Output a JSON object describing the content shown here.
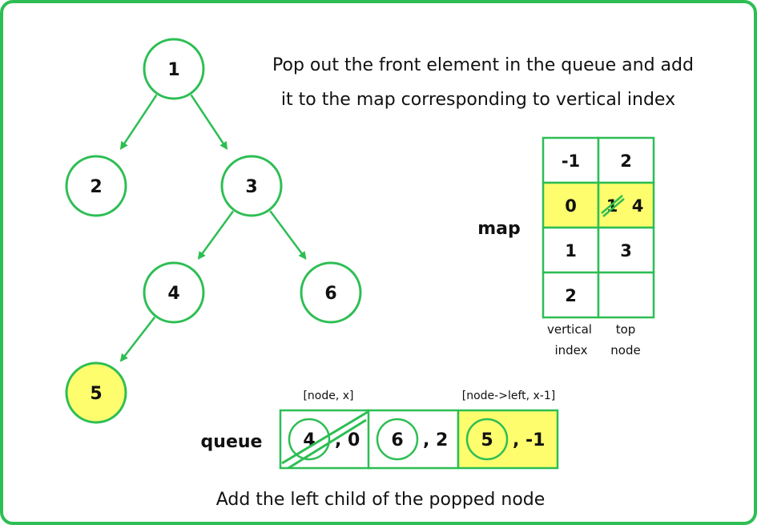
{
  "colors": {
    "green": "#2dbe53",
    "highlight": "#fdfd6e",
    "text": "#111111"
  },
  "caption": {
    "top_line1": "Pop out the front element in the queue and add",
    "top_line2": "it to the map corresponding to vertical index",
    "bottom": "Add the  left child of the popped node"
  },
  "tree": {
    "nodes": [
      {
        "id": "1",
        "label": "1",
        "highlighted": false
      },
      {
        "id": "2",
        "label": "2",
        "highlighted": false
      },
      {
        "id": "3",
        "label": "3",
        "highlighted": false
      },
      {
        "id": "4",
        "label": "4",
        "highlighted": false
      },
      {
        "id": "6",
        "label": "6",
        "highlighted": false
      },
      {
        "id": "5",
        "label": "5",
        "highlighted": true
      }
    ],
    "edges": [
      [
        "1",
        "2"
      ],
      [
        "1",
        "3"
      ],
      [
        "3",
        "4"
      ],
      [
        "3",
        "6"
      ],
      [
        "4",
        "5"
      ]
    ]
  },
  "map": {
    "title": "map",
    "rows": [
      {
        "index": "-1",
        "node": "2",
        "highlighted": false
      },
      {
        "index": "0",
        "old_node": "1",
        "node": "4",
        "highlighted": true
      },
      {
        "index": "1",
        "node": "3",
        "highlighted": false
      },
      {
        "index": "2",
        "node": "",
        "highlighted": false
      }
    ],
    "col_label_index_1": "vertical",
    "col_label_index_2": "index",
    "col_label_node_1": "top",
    "col_label_node_2": "node"
  },
  "queue": {
    "title": "queue",
    "label_left": "[node, x]",
    "label_right": "[node->left, x-1]",
    "items": [
      {
        "node": "4",
        "x": ", 0",
        "popped": true,
        "highlighted": false
      },
      {
        "node": "6",
        "x": ", 2",
        "popped": false,
        "highlighted": false
      },
      {
        "node": "5",
        "x": ", -1",
        "popped": false,
        "highlighted": true
      }
    ]
  }
}
